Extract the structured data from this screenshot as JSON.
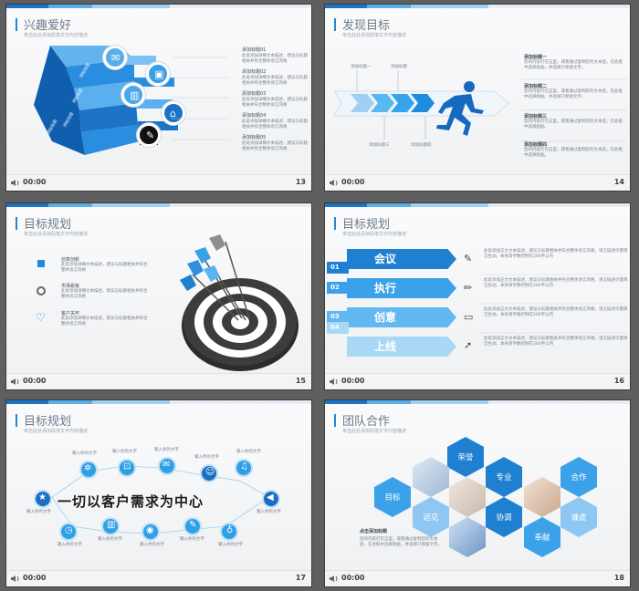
{
  "slides": {
    "s13": {
      "title": "兴趣爱好",
      "subtitle": "单击此处添加段落文字内容描述",
      "labels": [
        "添加标题01",
        "添加标题02",
        "添加标题03",
        "添加标题04",
        "添加标题05"
      ],
      "desc": "此处添加详细文本描述，建议与标题相关并符合整体语言风格",
      "funnel_labels": [
        "添加标题",
        "添加标题",
        "添加标题",
        "添加标题",
        "添加标题"
      ],
      "time": "00:00",
      "num": "13"
    },
    "s14": {
      "title": "发现目标",
      "subtitle": "单击此处添加段落文字内容描述",
      "step_labels_top": [
        "添加标题一",
        "添加标题"
      ],
      "step_labels_bottom": [
        "添加标题三",
        "添加标题四"
      ],
      "items": [
        {
          "title": "添加标题一",
          "desc": "您的内容打在这里，或者通过复制您的文本后，在此框中选择粘贴，并选择只保留文字。"
        },
        {
          "title": "添加标题二",
          "desc": "您的内容打在这里，或者通过复制您的文本后，在此框中选择粘贴，并选择只保留文字。"
        },
        {
          "title": "添加标题三",
          "desc": "您的内容打在这里，或者通过复制您的文本后，在此框中选择粘贴。"
        },
        {
          "title": "添加标题四",
          "desc": "您的内容打在这里，或者通过复制您的文本后，在此框中选择粘贴。"
        }
      ],
      "time": "00:00",
      "num": "14"
    },
    "s15": {
      "title": "目标规划",
      "subtitle": "单击此处添加段落文字内容描述",
      "items": [
        {
          "title": "创意创新",
          "desc": "此处添加详细文本描述，建议与标题相关并符合整体语言风格"
        },
        {
          "title": "市场看板",
          "desc": "此处添加详细文本描述，建议与标题相关并符合整体语言风格"
        },
        {
          "title": "客户关怀",
          "desc": "此处添加详细文本描述，建议与标题相关并符合整体语言风格"
        }
      ],
      "time": "00:00",
      "num": "15"
    },
    "s16": {
      "title": "目标规划",
      "subtitle": "单击此处添加段落文字内容描述",
      "bars": [
        {
          "num": "01",
          "label": "会议",
          "color": "#1f7fd0"
        },
        {
          "num": "02",
          "label": "执行",
          "color": "#3ba2ea"
        },
        {
          "num": "03",
          "label": "创意",
          "color": "#62b8f0"
        },
        {
          "num": "04",
          "label": "上线",
          "color": "#a8d8f6"
        }
      ],
      "desc": "此处添加正文文本描述，建议与标题相关并符合整体语言风格，语言描述尽量简洁生动，本条目字数控制在200字以内",
      "time": "00:00",
      "num": "16"
    },
    "s17": {
      "title": "目标规划",
      "subtitle": "单击此处添加段落文字内容描述",
      "slogan": "一切以客户需求为中心",
      "node_label": "输入你的文字",
      "time": "00:00",
      "num": "17"
    },
    "s18": {
      "title": "团队合作",
      "subtitle": "单击此处添加段落文字内容描述",
      "hexes": [
        "目标",
        "荣誉",
        "专业",
        "合作",
        "远见",
        "协调",
        "谦虚",
        "奉献"
      ],
      "click_title": "点击添加标题",
      "click_desc": "您的内容打在这里，或者通过复制您的文本后，在此框中选择粘贴，并选择只保留文字。",
      "time": "00:00",
      "num": "18"
    }
  }
}
